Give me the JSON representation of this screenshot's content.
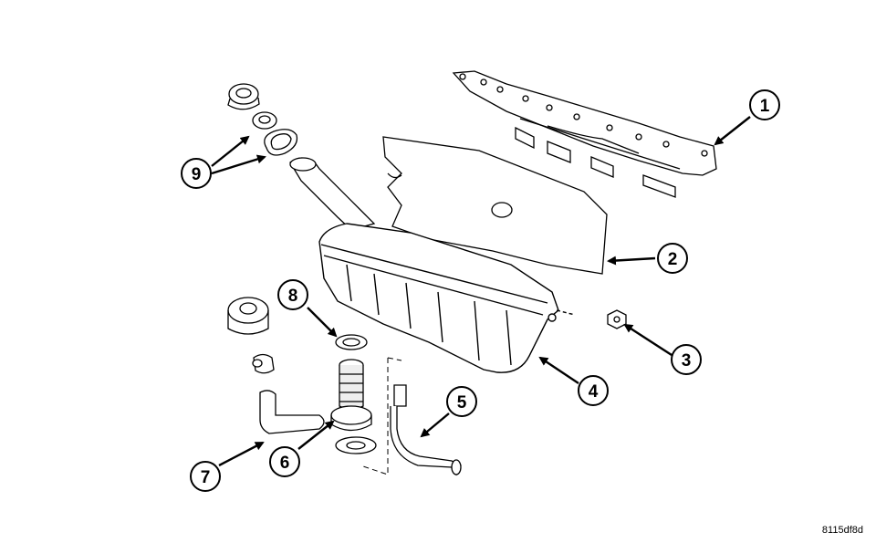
{
  "figure_id": "8115df8d",
  "callouts": [
    {
      "number": "1",
      "part": "windage-tray-bracket"
    },
    {
      "number": "2",
      "part": "gasket"
    },
    {
      "number": "3",
      "part": "nut"
    },
    {
      "number": "4",
      "part": "oil-pan"
    },
    {
      "number": "5",
      "part": "dipstick-tube"
    },
    {
      "number": "6",
      "part": "oil-pump-pickup-screen"
    },
    {
      "number": "7",
      "part": "pickup-tube"
    },
    {
      "number": "8",
      "part": "o-ring"
    },
    {
      "number": "9",
      "part": "filler-cap-and-seal"
    }
  ]
}
